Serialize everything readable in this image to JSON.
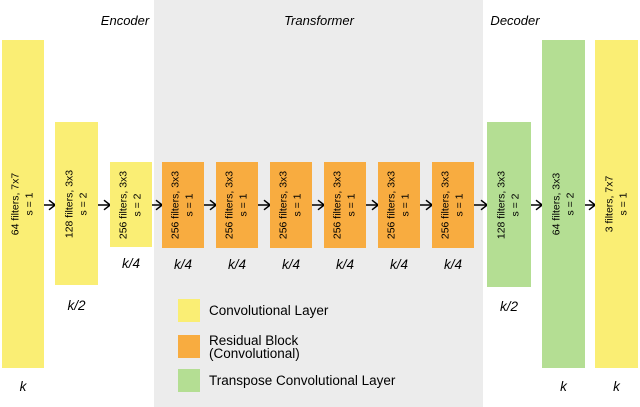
{
  "palette": {
    "conv_yellow": "#FAEE74",
    "residual_orange": "#F8AC40",
    "tconv_green": "#B4DE93",
    "panel_gray": "#ECECEC",
    "text_black": "#000000"
  },
  "sections": {
    "encoder": "Encoder",
    "transformer": "Transformer",
    "decoder": "Decoder"
  },
  "blocks": [
    {
      "type": "conv",
      "line1": "64 filters, 7x7",
      "line2": "s = 1",
      "size": "k"
    },
    {
      "type": "conv",
      "line1": "128 filters, 3x3",
      "line2": "s = 2",
      "size": "k/2"
    },
    {
      "type": "conv",
      "line1": "256 filters, 3x3",
      "line2": "s = 2",
      "size": "k/4"
    },
    {
      "type": "residual",
      "line1": "256 filters, 3x3",
      "line2": "s = 1",
      "size": "k/4"
    },
    {
      "type": "residual",
      "line1": "256 filters, 3x3",
      "line2": "s = 1",
      "size": "k/4"
    },
    {
      "type": "residual",
      "line1": "256 filters, 3x3",
      "line2": "s = 1",
      "size": "k/4"
    },
    {
      "type": "residual",
      "line1": "256 filters, 3x3",
      "line2": "s = 1",
      "size": "k/4"
    },
    {
      "type": "residual",
      "line1": "256 filters, 3x3",
      "line2": "s = 1",
      "size": "k/4"
    },
    {
      "type": "residual",
      "line1": "256 filters, 3x3",
      "line2": "s = 1",
      "size": "k/4"
    },
    {
      "type": "tconv",
      "line1": "128 filters, 3x3",
      "line2": "s = 2",
      "size": "k/2"
    },
    {
      "type": "tconv",
      "line1": "64 filters, 3x3",
      "line2": "s = 2",
      "size": "k"
    },
    {
      "type": "conv",
      "line1": "3 filters, 7x7",
      "line2": "s = 1",
      "size": "k"
    }
  ],
  "legend": [
    {
      "color_key": "conv_yellow",
      "lines": [
        "Convolutional Layer"
      ]
    },
    {
      "color_key": "residual_orange",
      "lines": [
        "Residual Block",
        "(Convolutional)"
      ]
    },
    {
      "color_key": "tconv_green",
      "lines": [
        "Transpose Convolutional Layer"
      ]
    }
  ]
}
